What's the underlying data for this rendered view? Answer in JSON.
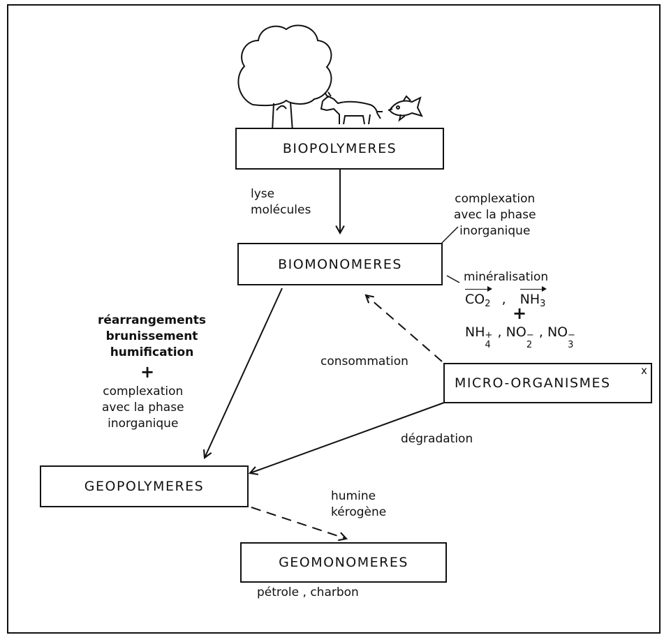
{
  "nodes": {
    "biopolymeres": "BIOPOLYMERES",
    "biomonomeres": "BIOMONOMERES",
    "micro_organismes": "MICRO-ORGANISMES",
    "micro_organismes_mark": "x",
    "geopolymeres": "GEOPOLYMERES",
    "geomonomeres": "GEOMONOMERES"
  },
  "labels": {
    "lyse": [
      "lyse",
      "molécules"
    ],
    "complexation_top": [
      "complexation",
      "avec la phase",
      "inorganique"
    ],
    "mineralisation": "minéralisation",
    "rearrangements": [
      "réarrangements",
      "brunissement",
      "humification"
    ],
    "plus": "+",
    "complexation_left": [
      "complexation",
      "avec la phase",
      "inorganique"
    ],
    "consommation": "consommation",
    "degradation": "dégradation",
    "humine": [
      "humine",
      "kérogène"
    ],
    "petrole": "pétrole , charbon"
  },
  "formulas": {
    "co2_base": "CO",
    "co2_sub": "2",
    "nh3_base": "NH",
    "nh3_sub": "3",
    "separator": ",",
    "nh4_base": "NH",
    "nh4_sup": "+",
    "nh4_sub": "4",
    "no2_base": "NO",
    "no2_sup": "−",
    "no2_sub": "2",
    "no3_base": "NO",
    "no3_sup": "−",
    "no3_sub": "3"
  },
  "icons": [
    "tree-icon",
    "cow-icon",
    "fish-icon"
  ]
}
